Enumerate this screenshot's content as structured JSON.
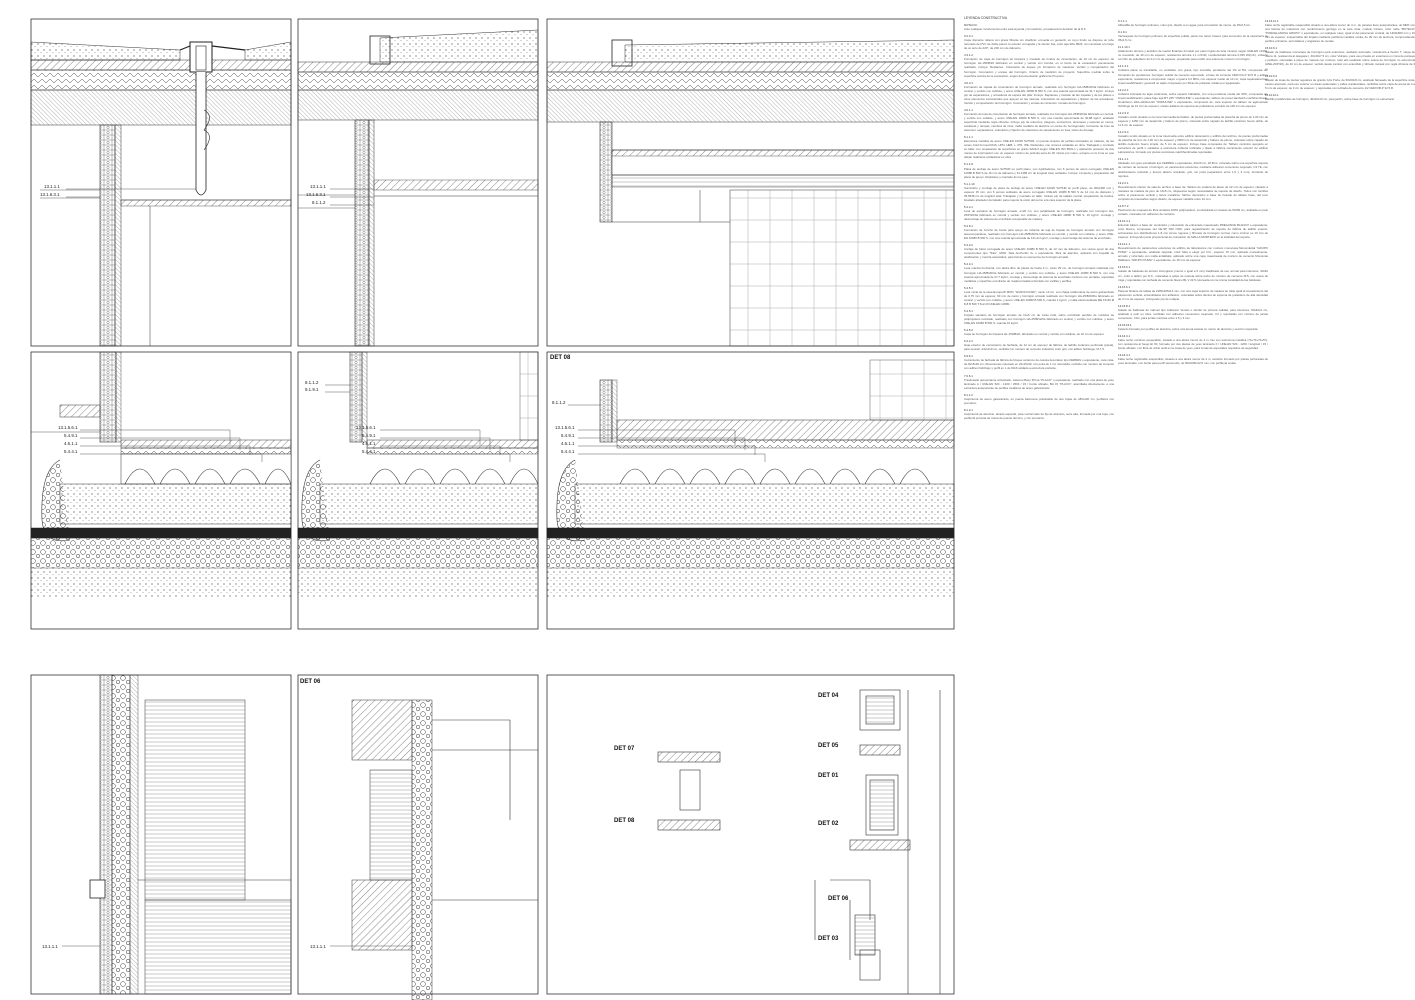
{
  "sheet_title": "LEYENDA CONSTRUCTIVA",
  "detail_labels": [
    "DET 08",
    "DET 06",
    "DET 07",
    "DET 08",
    "DET 04",
    "DET 05",
    "DET 01",
    "DET 02",
    "DET 06",
    "DET 03"
  ],
  "callouts": {
    "p1": [
      "13.1.1.1",
      "13.1.6.3.1"
    ],
    "p2": [
      "13.1.1.1",
      "13.1.6.3.1",
      "8.1.1.2"
    ],
    "p4": [
      "13.1.5.6.1",
      "5.4.9.1",
      "4.6.1.1",
      "5.4.4.1",
      "3.2.4.1"
    ],
    "p5": [
      "8.1.1.2",
      "9.1.9.1",
      "13.1.5.6.1",
      "5.4.9.1",
      "4.6.1.1",
      "5.4.4.1",
      "3.2.4.1"
    ],
    "p6": [
      "8.1.1.2",
      "13.1.5.6.1",
      "5.4.9.1",
      "4.6.1.1",
      "5.4.4.1"
    ],
    "p7": [
      "13.1.1.1"
    ],
    "p8": [
      "13.1.1.1"
    ]
  },
  "notes": {
    "col1": [
      {
        "code": "NOTA D.F.",
        "text": "Ante cualquier incoherencia entre esta leyenda y la medición, prevalecerá la decisión de la D.F."
      },
      {
        "code": "3.2.4.1",
        "text": "Capa drenante rellena con grava filtrante sin clasificar, envuelta en geotextil, en cuyo fondo se dispone un tubo ranurado de PVC de doble pared, la exterior corrugada y la interior lisa, color teja RAL 8023, con ranurado a lo largo de un arco de 220°, de 200 mm de diámetro."
      },
      {
        "code": "4.3.1.2",
        "text": "Formación de capa de hormigón de limpieza y nivelado de fondos de cimentación, de 10 cm de espesor, de hormigón HL-150/B/20 fabricado en central y vertido con bomba, en el fondo de la excavación previamente realizada. Incluye: Replanteo. Colocación de toques y/o formación de maestras. Vertido y compactación del hormigón. Coronación y enrase del hormigón. Criterio de medición de proyecto: Superficie medida sobre la superficie teórica de la excavación, según documentación gráfica de Proyecto."
      },
      {
        "code": "4.6.3.1",
        "text": "Formación de zapata de cimentación de hormigón armado, realizada con hormigón HA-25/B/20/IIa fabricado en central, y vertido con cubilote, y acero UNE-EN 10080 B 500 S, con una cuantía aproximada de 41,7 kg/m³. Incluye p/p de separadores, y armaduras de espera del pilar. Incluye: Replanteo y trazado de las zapatas y de los pilares u otros elementos estructurales que apoyen en las mismas. Colocación de separadores y fijación de las armaduras. Vertido y compactación del hormigón. Coronación y enrase de cimientos. Curado del hormigón."
      },
      {
        "code": "4.6.1.1",
        "text": "Formación de losa de cimentación de hormigón armado, realizada con hormigón HA-25/B/20/IIa fabricado en central, y vertido con cubilote, y acero UNE-EN 10080 B 500 S, con una cuantía aproximada de 40,88 kg/m³, acabado superficial mediante regla vibrante. Incluye p/p de refuerzos, pliegues, encuentros, arranques y esperas en muros, escaleras y rampas, cambios de nivel, malla metálica de alambre en cortes de hormigonado, formación de foso de ascensor, separadores, colocación y fijación de colectores de saneamiento en losa, tubos de drenaje."
      },
      {
        "code": "5.1.1.1",
        "text": "Estructura metálica de acero UNE-EN 10025 S275JR, en piezas simples de perfiles laminados en caliente, de las series Cold Formed RHS, UPN, HEB, L, IPN, IPE, Redondos, con uniones soldadas en obra. Trabajado y montado en taller, con preparación de superficies en grado SA21/2 según UNE-EN ISO 8501-1 y aplicación posterior de dos manos de imprimación con un espesor mínimo de película seca de 30 micras por mano, excepto en la zona en que deban realizarse soldaduras en obra."
      },
      {
        "code": "5.1.1.8",
        "text": "Placa de anclaje de acero S275JR en perfil plano, con rigidizadores, con 6 pernos de acero corrugado UNE-EN 10080 B 500 S de 16 mm de diámetro y 61,1386 cm de longitud total, soldados. Incluye: Limpieza y preparación del plano de apoyo. Replanteo y marcado de los ejes."
      },
      {
        "code": "5.1.1.10",
        "text": "Suministro y montaje de placa de anclaje de acero UNE-EN 10025 S275JR en perfil plano, de 300x300 mm y espesor 15 mm, con 6 pernos soldados de acero corrugado UNE-EN 10080 B 500 S de 12 mm de diámetro y 35,6548 cm de longitud total. Trabajado y montado en taller. Incluso p/p de taladro central, preparación de bordes, biselado alrededor del taladro para mejorar la unión del perno a la cara superior de la placa."
      },
      {
        "code": "5.4.4.1",
        "text": "Losa de escalera de hormigón armado, e=20 cm, con peldañeado de hormigón, realizada con hormigón HA-25/P/20/IIa fabricado en central y vertido con cubilote, y acero UNE-EN 10080 B 500 S, 16 kg/m²; montaje y desmontaje de sistema de encofrado recuperable de madera."
      },
      {
        "code": "5.4.9.1",
        "text": "Formación de zuncho de borde para apoyo de cubierta de teja de forjado de hormigón armado con hormigón autocompactante, realizado con hormigón HA-25/B/20/IIa fabricado en central, y vertido con cubilote, y acero UNE-EN 10080 B 500 S, con una cuantía aproximada de 121,21 kg/m³; montaje y desmontaje del sistema de encofrado."
      },
      {
        "code": "5.4.3.2",
        "text": "Anclaje de barra corrugada de acero UNE-EN 10080 B 500 S, de 12 mm de diámetro, con resina epoxi de dos componentes tipo \"Sika\", MOD. Sika AnchorFix 3+ o equivalente, fibra de alambre, aplicado con boquilla de dosificación y mezcla automática, para barras en elementos de hormigón armado."
      },
      {
        "code": "5.4.4.1",
        "text": "Losa maciza horizontal, con altura libre de planta de hasta 3 m, canto 25 cm, de hormigón armado realizada con hormigón HA-25/B/20/IIa fabricado en central, y vertido con cubilote, y acero UNE-EN 10080 B 500 S, con una cuantía aproximada de 27,7 kg/m²; montaje y desmontaje de sistema de encofrado continuo con puntales, sopandas metálicas y superficie encofrante de madera tratada reforzada con varillas y perfiles."
      },
      {
        "code": "5.4.5.1",
        "text": "Losa mixta de la casa Europerfil MOD. \"EUROCOLSID\", canto 13 cm, con chapa colaborante de acero galvanizado de 0,75 mm de espesor, 60 mm de canto y hormigón armado realizado con hormigón HA-25/B/20/IIa fabricado en central, y vertido con cubilote, y acero UNE-EN 10080 B 500 S, cuantía 1 kg/m², y malla electrosoldada ME 15x30 Ø 8-8 B 500 T 6x2,20 UNE-EN 10080."
      },
      {
        "code": "5.4.5.1",
        "text": "Forjado sanitario de hormigón armado de 10+5 cm de canto total, sobre encofrado perdido de módulos de polipropileno reciclado, realizado con hormigón HA-25/B/12/IIa fabricado en central, y vertido con cubilote, y acero UNE-EN 10080 B 500 S, cuantía 10 kg/m²."
      },
      {
        "code": "5.4.5.2",
        "text": "Capa de hormigón de limpieza HL-150/B/20, fabricado en central y vertido con cubilote, de 10 cm de espesor."
      },
      {
        "code": "6.2.2.1",
        "text": "Hoja exterior de cerramiento de fachada, de 12 cm de espesor de fábrica, de ladrillo cerámico perforado (panal), para revestir, 24x12x9 cm, recibida con mortero de cemento industrial, color gris, con aditivo hidrófugo, M-7,5."
      },
      {
        "code": "6.9.6.1",
        "text": "Cerramiento de fachada de fábrica de bloque cerámico de celosía decorativo tipo FERRES o equivalente, cara vista, de 8x15x30 cm; dimensiones colocado en 24x15x30, con junta de 1 cm rehundida, recibido con mortero de cemento con aditivo hidrófugo y perfil en L de 60x6 soldado a estructura portante."
      },
      {
        "code": "7.6.6.1",
        "text": "Trasdosado autoportante arriostrado, sistema Placo Prima \"PLACO\" o equivalente, realizado con una placa de yeso laminado A / UNE-EN 520 - 1200 / 2500 / 15 / borde afinado, BA 15 \"PLACO\", atornillada directamente a una estructura autoportante de perfiles metálicos de acero galvanizado."
      },
      {
        "code": "8.1.1.2",
        "text": "Carpintería de acero galvanizado, en puerta balconera practicable de dos hojas de 180x220 cm, perfilería con premarco."
      },
      {
        "code": "8.1.2.1",
        "text": "Carpintería de aluminio, lacado especial, para conformado de fijo de aluminio, serie alta, formada por una hoja, con perfilería provista de rotura de puente térmico, y con premarco."
      }
    ],
    "col2": [
      {
        "code": "9.1.1.1",
        "text": "Albardilla de hormigón polímero, color gris, diseño a un agua, para coronación de muros, de 25x2,5 cm."
      },
      {
        "code": "9.1.9.1",
        "text": "Vierteaguas de hormigón polímero de superficie pulida, pieza con tacón trasero para encuentro de la carpintería de 35x2,5 cm."
      },
      {
        "code": "11.1.10.1",
        "text": "Aislamiento térmico y acústico de suelos flotantes formado por panel rígido de lana mineral, según UNE-EN 13162, no revestido, de 40 mm de espesor, resistencia térmica 1,1 m²K/W, conductividad térmica 0,035 W/(mK), cubierto con film de polietileno de 0,2 mm de espesor, preparado para recibir una solera de mortero u hormigón."
      },
      {
        "code": "12.1.3.1",
        "text": "Cubierta plana no transitable, no ventilada, con grava, tipo invertida, pendiente del 1% al 5%, compuesta de: formación de pendientes: hormigón celular de cemento espumado, a base de cemento CEM II/A-P 32,5 R y aditivo espumante, resistencia a compresión mayor o igual a 0,2 MPa, con espesor medio de 10 cm; capa separadora bajo impermeabilización: geotextil no tejido compuesto por fibras de poliéster unidas por agujeteado."
      },
      {
        "code": "12.2.2.1",
        "text": "Cubierta inclinada de tejas cerámicas, sobre espacio habitable, con una pendiente media del 30%, compuesta de: impermeabilización: placa bajo teja BT 235 \"ONDULINE\" o equivalente; tablero de panel sándwich machihembrado, Ondutherm H10+H100+H10 \"ONDULINE\" o equivalente, compuesto de: cara superior de tablero de aglomerado hidrófugo de 10 mm de espesor, núcleo aislante de espuma de poliestireno extruido de 100 mm de espesor."
      },
      {
        "code": "12.2.3.3",
        "text": "Canalón oculto situado en la zona intermedia del faldón, de piezas preformadas de plancha de plomo de 1,00 mm de espesor y 1250 mm de desarrollo y babero de plomo, colocado sobre capado de ladrillo cerámico hueco doble, de 11,5 cm de espesor."
      },
      {
        "code": "12.2.3.4",
        "text": "Canalón oculto situado en la zona intermedia entre edificio detonatorio y edificio del archivo, de piezas preformadas de plancha de zinc de 1,00 mm de espesor y 2000 mm de desarrollo y babero de plomo, colocado sobre capado de ladrillo cerámico hueco simple, de 5 cm de espesor. Incluye base compuesta de: Tablero cerámico apoyado en estructura de perfil L soldados a estructura cubierta inclinada y fijado a fábrica cerramiento exterior de edificio Laboratorios, formado por piezas cerámicas machihembradas rejuntadas."
      },
      {
        "code": "13.1.1.1",
        "text": "Alicatado con gres esmaltado tipo FERRES o equivalente, 20x20 cm, 20 €/m², colocado sobre una superficie soporte de mortero de cemento u hormigón, en paramentos exteriores, mediante adhesivo cementoso mejorado, C2 TE, con deslizamiento reducido y tiempo abierto ampliado, gris, sin junta (separación entre 1,5 y 3 mm), borrando de rejuntes."
      },
      {
        "code": "13.2.2.1",
        "text": "Revestimiento interior de sala de archivo a base de: Tablero de madera de abeto de 22 mm de espesor, clavado a rastreles de madera de pino de 10x5 cm, dispuestos según necesidades de soporte de diseño. Todos con tornillos sobre el paramento vertical y tacos metálicos. Motivo decorativo a base de fresado de tablero base, del tono completo de travesaños según diseño, de espesor variable entre 10 mm."
      },
      {
        "code": "12.8.7.2",
        "text": "Pavimento de moqueta de fibra sintética 100% polipropileno, suministrada en losetas de 50x50 cm, acabada en pelo cortado, colocada con adhesivo de contacto."
      },
      {
        "code": "13.10.4.1",
        "text": "Enlucido básico a base de: suministro y colocación de enfoscado maestreado PREGUNCE BLANCO o equivalente, color blanco, compuesto del CE-SP IW2 CSIII, para regularización de soporte de fábrica de ladrillo exterior, enfoscados con distribuidores 1-8 con lomos rugosos y fibrosas de hormigón normal, como mínimo es 10 mm de espesor. Incluyendo parte proporcional de colocación de MALLA MORTERO en la totalidad del soporte."
      },
      {
        "code": "13.12.1.1",
        "text": "Revestimiento de paramentos exteriores de edificio de laboratorios con mortero monocapa Monomárdal \"GRUPO PUMA\" o equivalente, acabado raspado, color Sika a elegir por D.F., espesor 15 mm, aplicado manualmente, armado y reforzado con malla antiálcalis, aplicado sobre una capa maestreada de mortero de cemento Monomás Malltasco \"GRUPO PUMA\" o equivalente, de 15 mm de espesor."
      },
      {
        "code": "13.15.6.1",
        "text": "Solado de baldosas de terrazo micrograno (menor o igual a 6 mm) clasificado de uso normal para interiores, 40x40 cm, color a definir por D.F., colocadas a golpe de maceta sobre lecho de mortero de cemento M-5, con arena de miga y rejuntadas con lechada de cemento blanco BL V 22,5 coloreada con la misma tonalidad de las baldosas."
      },
      {
        "code": "13.15.6.1",
        "text": "Parquet flotante de tablas de 2180x205x14 mm, con una capa superior de madera de roble igual al revestimiento del paramento vertical, ensamblados con adhesivo, colocadas sobre lámina de espuma de polietileno de alta densidad de 3 mm de espesor; incluyendo p/p de rodapié."
      },
      {
        "code": "13.15.8.1",
        "text": "Solado de baldosas de mármol tipo Arabesco Venato o similar de primera calidad, para interiores, 60x40x2 cm, acabado a pulir en obra, recibidas con adhesivo cementoso mejorado, C2 y rejuntadas con mortero de juntas cementoso, CG1, para juntas mínimas entre 1,5 y 3 mm."
      },
      {
        "code": "13.15.15.1",
        "text": "Felpudo formado por perfiles de aluminio, sobre una arena celeste en marco de aluminio y sección mejorada."
      },
      {
        "code": "13.16.3.1",
        "text": "Falso techo continuo suspendido, situado a una altura menor de 4 m, liso con estructura metálica (70+70+70+57), con resistencia al fuego EI 60, formado por dos placas de yeso laminado F / UNE-EN 520 - 1200 / longitud / 15 / borde afinado, con fibra de vidrio textil en la masa de yeso, para zonas de especiales requisitos de seguridad."
      },
      {
        "code": "13.16.4.1",
        "text": "Falso techo registrable suspendido, situado a una altura menor de 4 m, acústico formado por placas perforadas de yeso laminado, con borde para perfil semioculto, de 600x600x12,5 mm, con perfilería oculta."
      }
    ],
    "col3": [
      {
        "code": "13.16.11.1",
        "text": "Falso techo registrable suspendido situado a una altura menor de 4 m, de paneles lisos autoportantes, de MDF con una lámina de melamina con recubrimiento genfugo en la cara vista, modelo Cinteio, color roble \"BUTECH\" \"PORCELANOSA GRUPO\" o equivalente, en cualquier caso, igual al del paramento vertical, de 1300x600 mm y 10 mm de espesor, suspendidos del forjado mediante perfilería metálica oculta, de 29 mm de anchura, comprendiendo perfiles primarios, secundarios y angulares de remate."
      },
      {
        "code": "15.10.6.1",
        "text": "Solado de baldosas monocapa de hormigón para exteriores, acabado texturado, resistencia a flexión T, carga de rotura 11, resistencia al desgaste I, 40x40x7,5 cm, color Vulcano, para uso privado en exteriores en zona de parques y jardines, colocadas a pique de maceta con mortero; todo ello realizado sobre solera de hormigón no estructural (HNE-20/P/20), de 10 cm de espesor, vertido desde camión con extendido y vibrado manual con regla vibrante de 3 m."
      },
      {
        "code": "15.10.6.2",
        "text": "Solado de losas de piezas regulares de granito Gris Porta, de 60x60x8 cm, acabado flameado de la superficie vista, canteo aserrado, para uso exterior en áreas peatonales y calles residenciales, recibidas sobre capa de arena de 4 a 5 mm de espesor, de 3 cm de espesor, y rejuntadas con lechada de cemento 1/2 CEM II/B-P 32,5 R."
      },
      {
        "code": "15.10.10.1",
        "text": "Bordillo prefabricado de hormigón, 40x20x10 cm, para jardín, sobre base de hormigón no estructural."
      }
    ]
  }
}
